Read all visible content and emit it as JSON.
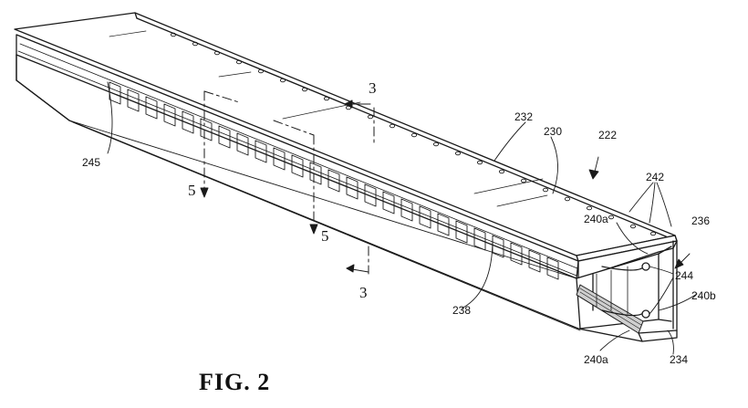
{
  "figure": {
    "caption": "FIG. 2",
    "reference_numerals": {
      "n222": "222",
      "n230": "230",
      "n232": "232",
      "n234": "234",
      "n236": "236",
      "n238": "238",
      "n240a_top": "240a",
      "n240a_bottom": "240a",
      "n240b": "240b",
      "n242": "242",
      "n244": "244",
      "n245": "245"
    },
    "section_markers": {
      "s3_top": "3",
      "s3_bottom": "3",
      "s5_left": "5",
      "s5_right": "5"
    }
  }
}
